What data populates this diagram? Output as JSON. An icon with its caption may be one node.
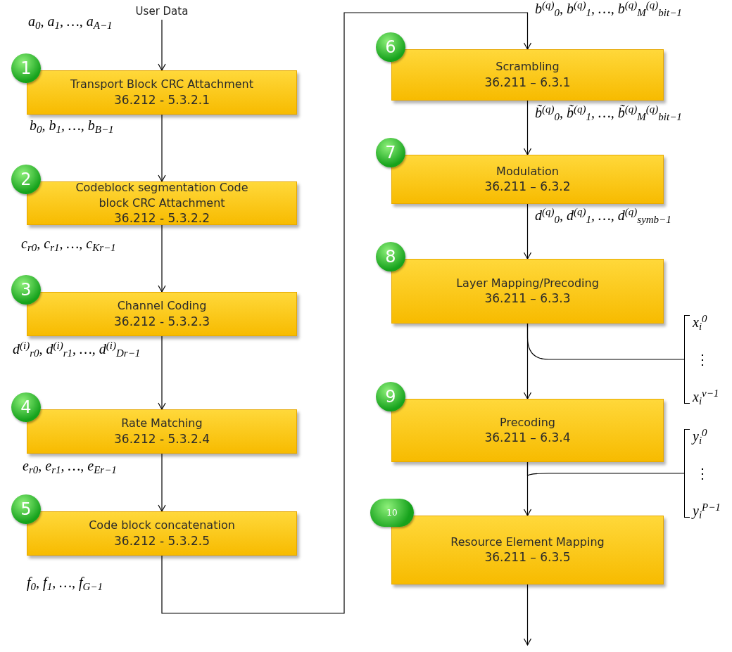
{
  "diagram": {
    "nodes": [
      {
        "text": [
          "User Data"
        ]
      },
      {
        "text": [
          "1"
        ]
      },
      {
        "text": [
          "Transport Block CRC Attachment",
          "36.212 - 5.3.2.1"
        ]
      },
      {
        "text": [
          "2"
        ]
      },
      {
        "text": [
          "Codeblock segmentation Code block CRC Attachment",
          "36.212 - 5.3.2.2"
        ]
      },
      {
        "text": [
          "3"
        ]
      },
      {
        "text": [
          "Channel Coding",
          "36.212 - 5.3.2.3"
        ]
      },
      {
        "text": [
          "4"
        ]
      },
      {
        "text": [
          "Rate Matching",
          "36.212 - 5.3.2.4"
        ]
      },
      {
        "text": [
          "5"
        ]
      },
      {
        "text": [
          "Code block concatenation",
          "36.212 - 5.3.2.5"
        ]
      },
      {
        "text": [
          "6"
        ]
      },
      {
        "text": [
          "Scrambling",
          "36.211 – 6.3.1"
        ]
      },
      {
        "text": [
          "7"
        ]
      },
      {
        "text": [
          "Modulation",
          "36.211 – 6.3.2"
        ]
      },
      {
        "text": [
          "8"
        ]
      },
      {
        "text": [
          "Layer Mapping/Precoding",
          "36.211 – 6.3.3"
        ]
      },
      {
        "text": [
          "9"
        ]
      },
      {
        "text": [
          "Precoding",
          "36.211 – 6.3.4"
        ]
      },
      {
        "text": [
          "10"
        ]
      },
      {
        "text": [
          "Resource Element Mapping",
          "36.211 – 6.3.5"
        ]
      },
      {
        "text": [
          "x$_{i}$$^{0}$",
          "⋮",
          "x$_{i}$$^{ν−1}$"
        ]
      },
      {
        "text": [
          "y$_{i}$$^{0}$",
          "⋮",
          "y$_{i}$$^{P−1}$"
        ]
      }
    ],
    "edges": [
      {
        "from": 0,
        "to": 2,
        "arrow": "to",
        "label": "a$_{0}$, a$_{1}$, …, a$_{A−1}$"
      },
      {
        "from": 2,
        "to": 4,
        "arrow": "to",
        "label": "b$_{0}$, b$_{1}$, …, b$_{B−1}$"
      },
      {
        "from": 4,
        "to": 6,
        "arrow": "to",
        "label": "c$_{r0}$, c$_{r1}$, …, c$_{K}$$_{r}$$_{−1}$"
      },
      {
        "from": 6,
        "to": 8,
        "arrow": "to",
        "label": "d$^{(i)}$$_{r0}$, d$^{(i)}$$_{r1}$, …, d$^{(i)}$$_{D}$$_{r}$$_{−1}$"
      },
      {
        "from": 8,
        "to": 10,
        "arrow": "to",
        "label": "e$_{r0}$, e$_{r1}$, …, e$_{E}$$_{r}$$_{−1}$"
      },
      {
        "from": 10,
        "to": 12,
        "arrow": "to",
        "label": "f$_{0}$, f$_{1}$, …, f$_{G−1}$"
      },
      {
        "from": 12,
        "to": 14,
        "arrow": "to",
        "label": "b̃$^{(q)}$$_{0}$, b̃$^{(q)}$$_{1}$, …, b̃$^{(q)}$$_{M}$$^{(q)}$$_{bit−1}$"
      },
      {
        "from": 14,
        "to": 16,
        "arrow": "to",
        "label": "d$^{(q)}$$_{0}$, d$^{(q)}$$_{1}$, …, d$^{(q)}$$_{symb−1}$"
      },
      {
        "from": 16,
        "to": 18,
        "arrow": "to"
      },
      {
        "from": 16,
        "to": 21,
        "arrow": "none"
      },
      {
        "from": 18,
        "to": 20,
        "arrow": "to"
      },
      {
        "from": 18,
        "to": 22,
        "arrow": "none"
      },
      {
        "from": 20,
        "to": null,
        "arrow": "to"
      }
    ],
    "labels": [
      "b$^{(q)}$$_{0}$, b$^{(q)}$$_{1}$, …, b$^{(q)}$$_{M}$$^{(q)}$$_{bit−1}$"
    ]
  }
}
